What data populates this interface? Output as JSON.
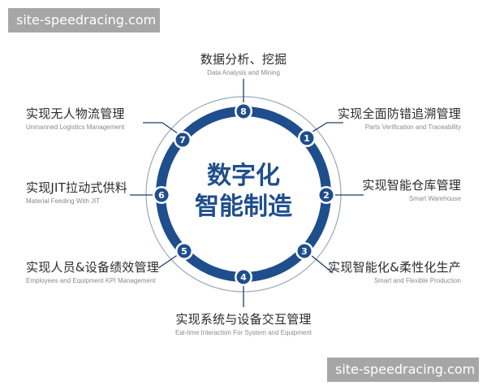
{
  "watermarks": {
    "top": "site-speedracing.com",
    "bottom": "site-speedracing.com"
  },
  "colors": {
    "ring": "#1f4e8c",
    "outer_circle": "#9aa8ba",
    "connector": "#1f3d66",
    "title": "#1f4e8c"
  },
  "center": {
    "line1": "数字化",
    "line2": "智能制造"
  },
  "items": [
    {
      "num": "1",
      "zh": "实现全面防错追溯管理",
      "en": "Parts Verification and Traceability"
    },
    {
      "num": "2",
      "zh": "实现智能仓库管理",
      "en": "Smart Warehouse"
    },
    {
      "num": "3",
      "zh": "实现智能化&柔性化生产",
      "en": "Smart and Flexible Production"
    },
    {
      "num": "4",
      "zh": "实现系统与设备交互管理",
      "en": "Eal-time Interaction For System and Equipment"
    },
    {
      "num": "5",
      "zh": "实现人员&设备绩效管理",
      "en": "Employees and Equipment KPI Management"
    },
    {
      "num": "6",
      "zh": "实现JIT拉动式供料",
      "en": "Material Feeding With JIT"
    },
    {
      "num": "7",
      "zh": "实现无人物流管理",
      "en": "Unmanned Logistics Management"
    },
    {
      "num": "8",
      "zh": "数据分析、挖掘",
      "en": "Data Analysis and Mining"
    }
  ]
}
